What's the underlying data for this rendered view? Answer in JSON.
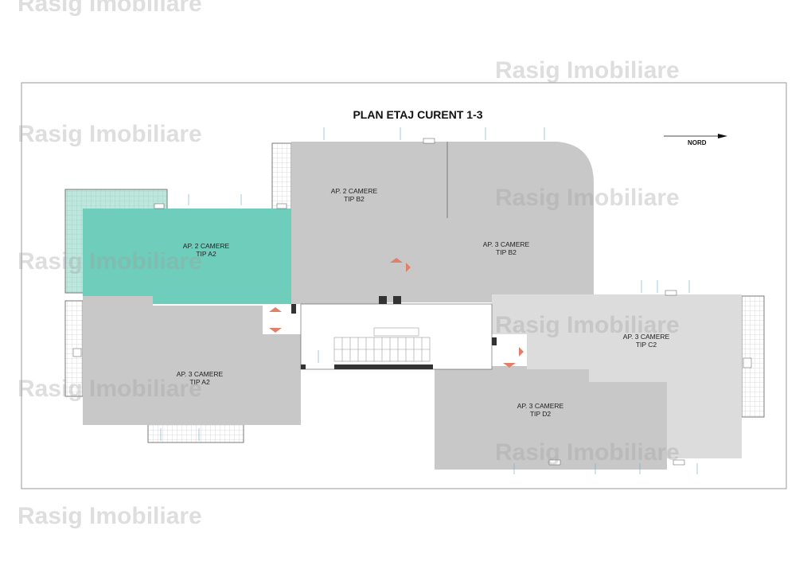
{
  "plan": {
    "title": "PLAN ETAJ CURENT 1-3",
    "north_label": "NORD",
    "colors": {
      "room_gray": "#c8c8c8",
      "room_light": "#dcdcdc",
      "room_highlight": "#6ecdbb",
      "balcony_green": "#a6dccf"
    }
  },
  "rooms": [
    {
      "line1": "AP. 2 CAMERE",
      "line2": "TIP B2"
    },
    {
      "line1": "AP. 3 CAMERE",
      "line2": "TIP B2"
    },
    {
      "line1": "AP. 2 CAMERE",
      "line2": "TIP A2"
    },
    {
      "line1": "AP. 3 CAMERE",
      "line2": "TIP A2"
    },
    {
      "line1": "AP. 3 CAMERE",
      "line2": "TIP C2"
    },
    {
      "line1": "AP. 3 CAMERE",
      "line2": "TIP D2"
    }
  ],
  "watermark": "Rasig Imobiliare"
}
